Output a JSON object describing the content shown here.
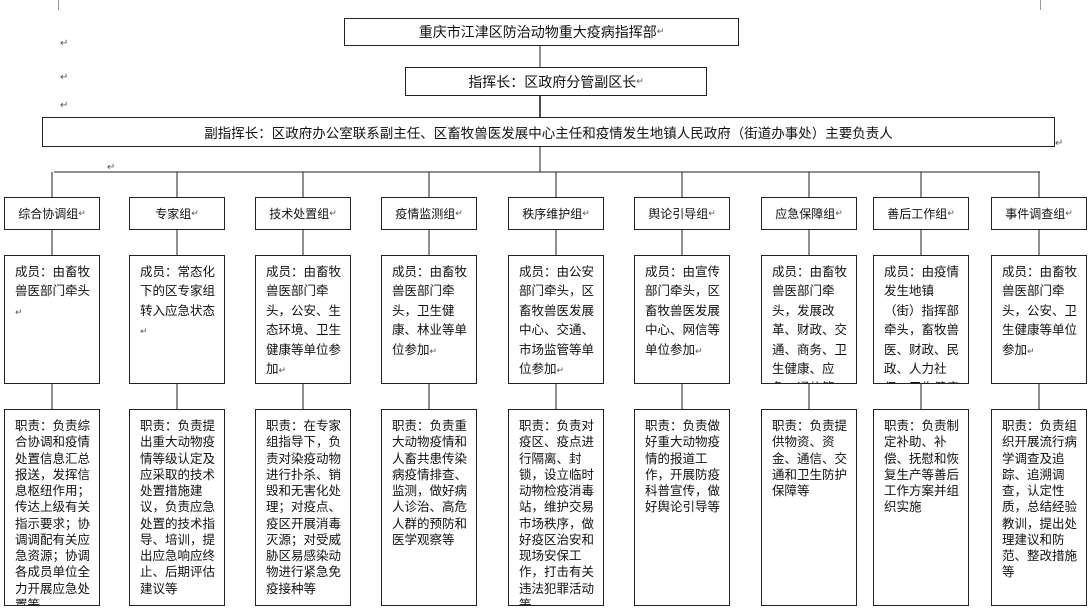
{
  "top": {
    "hq": "重庆市江津区防治动物重大疫病指挥部",
    "commander": "指挥长：区政府分管副区长",
    "deputy": "副指挥长：区政府办公室联系副主任、区畜牧兽医发展中心主任和疫情发生地镇人民政府（街道办事处）主要负责人"
  },
  "groups": [
    {
      "name": "综合协调组",
      "members": "成员：由畜牧兽医部门牵头",
      "duties": "职责：负责综合协调和疫情处置信息汇总报送，发挥信息枢纽作用；传达上级有关指示要求；协调调配有关应急资源；协调各成员单位全力开展应急处置等"
    },
    {
      "name": "专家组",
      "members": "成员：常态化下的区专家组转入应急状态",
      "duties": "职责：负责提出重大动物疫情等级认定及应采取的技术处置措施建议，负责应急处置的技术指导、培训，提出应急响应终止、后期评估建议等"
    },
    {
      "name": "技术处置组",
      "members": "成员：由畜牧兽医部门牵头，公安、生态环境、卫生健康等单位参加",
      "duties": "职责：在专家组指导下，负责对染疫动物进行扑杀、销毁和无害化处理；对疫点、疫区开展消毒灭源；对受威胁区易感染动物进行紧急免疫接种等"
    },
    {
      "name": "疫情监测组",
      "members": "成员：由畜牧兽医部门牵头，卫生健康、林业等单位参加",
      "duties": "职责：负责重大动物疫情和人畜共患传染病疫情排查、监测，做好病人诊治、高危人群的预防和医学观察等"
    },
    {
      "name": "秩序维护组",
      "members": "成员：由公安部门牵头，区畜牧兽医发展中心、交通、市场监管等单位参加",
      "duties": "职责：负责对疫区、疫点进行隔离、封锁，设立临时动物检疫消毒站，维护交易市场秩序，做好疫区治安和现场安保工作，打击有关违法犯罪活动等"
    },
    {
      "name": "舆论引导组",
      "members": "成员：由宣传部门牵头，区畜牧兽医发展中心、网信等单位参加",
      "duties": "职责：负责做好重大动物疫情的报道工作，开展防疫科普宣传，做好舆论引导等"
    },
    {
      "name": "应急保障组",
      "members": "成员：由畜牧兽医部门牵头，发展改革、财政、交通、商务、卫生健康、应急、通信管理、邮政管理等单位参加",
      "duties": "职责：负责提供物资、资金、通信、交通和卫生防护保障等"
    },
    {
      "name": "善后工作组",
      "members": "成员：由疫情发生地镇（街）指挥部牵头，畜牧兽医、财政、民政、人力社保、卫生健康等单位参加",
      "duties": "职责：负责制定补助、补偿、抚慰和恢复生产等善后工作方案并组织实施"
    },
    {
      "name": "事件调查组",
      "members": "成员：由畜牧兽医部门牵头，公安、卫生健康等单位参加",
      "duties": "职责：负责组织开展流行病学调查及追踪、追溯调查，认定性质，总结经验教训，提出处理建议和防范、整改措施等"
    }
  ]
}
